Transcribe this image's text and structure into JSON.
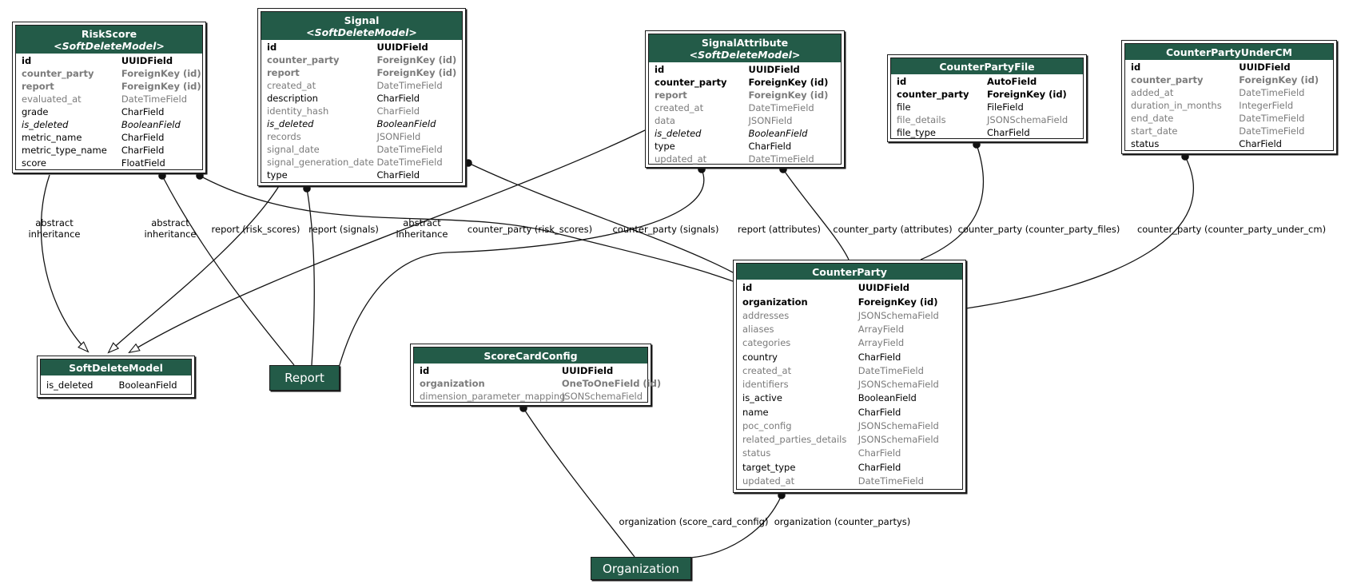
{
  "colors": {
    "header_green": "#235b48",
    "muted_gray": "#7b7b7b",
    "border_black": "#1b1b1b",
    "background": "#ffffff"
  },
  "diagram": {
    "tables": [
      {
        "id": "riskscore",
        "title": "RiskScore",
        "subtitle": "<SoftDeleteModel>",
        "fields": [
          {
            "n": "id",
            "t": "UUIDField",
            "s": "pk"
          },
          {
            "n": "counter_party",
            "t": "ForeignKey (id)",
            "s": "rel-blank"
          },
          {
            "n": "report",
            "t": "ForeignKey (id)",
            "s": "rel-blank"
          },
          {
            "n": "evaluated_at",
            "t": "DateTimeField",
            "s": "blank"
          },
          {
            "n": "grade",
            "t": "CharField",
            "s": "plain"
          },
          {
            "n": "is_deleted",
            "t": "BooleanField",
            "s": "abstract"
          },
          {
            "n": "metric_name",
            "t": "CharField",
            "s": "plain"
          },
          {
            "n": "metric_type_name",
            "t": "CharField",
            "s": "plain"
          },
          {
            "n": "score",
            "t": "FloatField",
            "s": "plain"
          }
        ]
      },
      {
        "id": "signal",
        "title": "Signal",
        "subtitle": "<SoftDeleteModel>",
        "fields": [
          {
            "n": "id",
            "t": "UUIDField",
            "s": "pk"
          },
          {
            "n": "counter_party",
            "t": "ForeignKey (id)",
            "s": "rel-blank"
          },
          {
            "n": "report",
            "t": "ForeignKey (id)",
            "s": "rel-blank"
          },
          {
            "n": "created_at",
            "t": "DateTimeField",
            "s": "blank"
          },
          {
            "n": "description",
            "t": "CharField",
            "s": "plain"
          },
          {
            "n": "identity_hash",
            "t": "CharField",
            "s": "blank"
          },
          {
            "n": "is_deleted",
            "t": "BooleanField",
            "s": "abstract"
          },
          {
            "n": "records",
            "t": "JSONField",
            "s": "blank"
          },
          {
            "n": "signal_date",
            "t": "DateTimeField",
            "s": "blank"
          },
          {
            "n": "signal_generation_date",
            "t": "DateTimeField",
            "s": "blank"
          },
          {
            "n": "type",
            "t": "CharField",
            "s": "plain"
          }
        ]
      },
      {
        "id": "signalattribute",
        "title": "SignalAttribute",
        "subtitle": "<SoftDeleteModel>",
        "fields": [
          {
            "n": "id",
            "t": "UUIDField",
            "s": "pk"
          },
          {
            "n": "counter_party",
            "t": "ForeignKey (id)",
            "s": "rel"
          },
          {
            "n": "report",
            "t": "ForeignKey (id)",
            "s": "rel-blank"
          },
          {
            "n": "created_at",
            "t": "DateTimeField",
            "s": "blank"
          },
          {
            "n": "data",
            "t": "JSONField",
            "s": "blank"
          },
          {
            "n": "is_deleted",
            "t": "BooleanField",
            "s": "abstract"
          },
          {
            "n": "type",
            "t": "CharField",
            "s": "plain"
          },
          {
            "n": "updated_at",
            "t": "DateTimeField",
            "s": "blank"
          }
        ]
      },
      {
        "id": "counterpartyfile",
        "title": "CounterPartyFile",
        "subtitle": null,
        "fields": [
          {
            "n": "id",
            "t": "AutoField",
            "s": "pk"
          },
          {
            "n": "counter_party",
            "t": "ForeignKey (id)",
            "s": "rel"
          },
          {
            "n": "file",
            "t": "FileField",
            "s": "plain"
          },
          {
            "n": "file_details",
            "t": "JSONSchemaField",
            "s": "blank"
          },
          {
            "n": "file_type",
            "t": "CharField",
            "s": "plain"
          }
        ]
      },
      {
        "id": "counterpartyundercm",
        "title": "CounterPartyUnderCM",
        "subtitle": null,
        "fields": [
          {
            "n": "id",
            "t": "UUIDField",
            "s": "pk"
          },
          {
            "n": "counter_party",
            "t": "ForeignKey (id)",
            "s": "rel-blank"
          },
          {
            "n": "added_at",
            "t": "DateTimeField",
            "s": "blank"
          },
          {
            "n": "duration_in_months",
            "t": "IntegerField",
            "s": "blank"
          },
          {
            "n": "end_date",
            "t": "DateTimeField",
            "s": "blank"
          },
          {
            "n": "start_date",
            "t": "DateTimeField",
            "s": "blank"
          },
          {
            "n": "status",
            "t": "CharField",
            "s": "plain"
          }
        ]
      },
      {
        "id": "softdeletemodel",
        "title": "SoftDeleteModel",
        "subtitle": null,
        "fields": [
          {
            "n": "is_deleted",
            "t": "BooleanField",
            "s": "plain"
          }
        ]
      },
      {
        "id": "scorecardconfig",
        "title": "ScoreCardConfig",
        "subtitle": null,
        "fields": [
          {
            "n": "id",
            "t": "UUIDField",
            "s": "pk"
          },
          {
            "n": "organization",
            "t": "OneToOneField (id)",
            "s": "rel-blank"
          },
          {
            "n": "dimension_parameter_mapping",
            "t": "JSONSchemaField",
            "s": "blank"
          }
        ]
      },
      {
        "id": "counterparty",
        "title": "CounterParty",
        "subtitle": null,
        "fields": [
          {
            "n": "id",
            "t": "UUIDField",
            "s": "pk"
          },
          {
            "n": "organization",
            "t": "ForeignKey (id)",
            "s": "rel"
          },
          {
            "n": "addresses",
            "t": "JSONSchemaField",
            "s": "blank"
          },
          {
            "n": "aliases",
            "t": "ArrayField",
            "s": "blank"
          },
          {
            "n": "categories",
            "t": "ArrayField",
            "s": "blank"
          },
          {
            "n": "country",
            "t": "CharField",
            "s": "plain"
          },
          {
            "n": "created_at",
            "t": "DateTimeField",
            "s": "blank"
          },
          {
            "n": "identifiers",
            "t": "JSONSchemaField",
            "s": "blank"
          },
          {
            "n": "is_active",
            "t": "BooleanField",
            "s": "plain"
          },
          {
            "n": "name",
            "t": "CharField",
            "s": "plain"
          },
          {
            "n": "poc_config",
            "t": "JSONSchemaField",
            "s": "blank"
          },
          {
            "n": "related_parties_details",
            "t": "JSONSchemaField",
            "s": "blank"
          },
          {
            "n": "status",
            "t": "CharField",
            "s": "blank"
          },
          {
            "n": "target_type",
            "t": "CharField",
            "s": "plain"
          },
          {
            "n": "updated_at",
            "t": "DateTimeField",
            "s": "blank"
          }
        ]
      }
    ],
    "badges": [
      {
        "id": "report",
        "label": "Report"
      },
      {
        "id": "organization",
        "label": "Organization"
      }
    ],
    "edge_labels": [
      {
        "id": "inh1",
        "lines": [
          "abstract",
          "inheritance"
        ]
      },
      {
        "id": "inh2",
        "lines": [
          "abstract",
          "inheritance"
        ]
      },
      {
        "id": "inh3",
        "lines": [
          "abstract",
          "inheritance"
        ]
      },
      {
        "id": "rel-risk-report",
        "lines": [
          "report (risk_scores)"
        ]
      },
      {
        "id": "rel-signal-report",
        "lines": [
          "report (signals)"
        ]
      },
      {
        "id": "rel-risk-cp",
        "lines": [
          "counter_party (risk_scores)"
        ]
      },
      {
        "id": "rel-signal-cp",
        "lines": [
          "counter_party (signals)"
        ]
      },
      {
        "id": "rel-sa-report",
        "lines": [
          "report (attributes)"
        ]
      },
      {
        "id": "rel-sa-cp",
        "lines": [
          "counter_party (attributes)"
        ]
      },
      {
        "id": "rel-cpf-cp",
        "lines": [
          "counter_party (counter_party_files)"
        ]
      },
      {
        "id": "rel-cpucm-cp",
        "lines": [
          "counter_party (counter_party_under_cm)"
        ]
      },
      {
        "id": "rel-scc-org",
        "lines": [
          "organization (score_card_config)"
        ]
      },
      {
        "id": "rel-cp-org",
        "lines": [
          "organization (counter_partys)"
        ]
      }
    ]
  }
}
